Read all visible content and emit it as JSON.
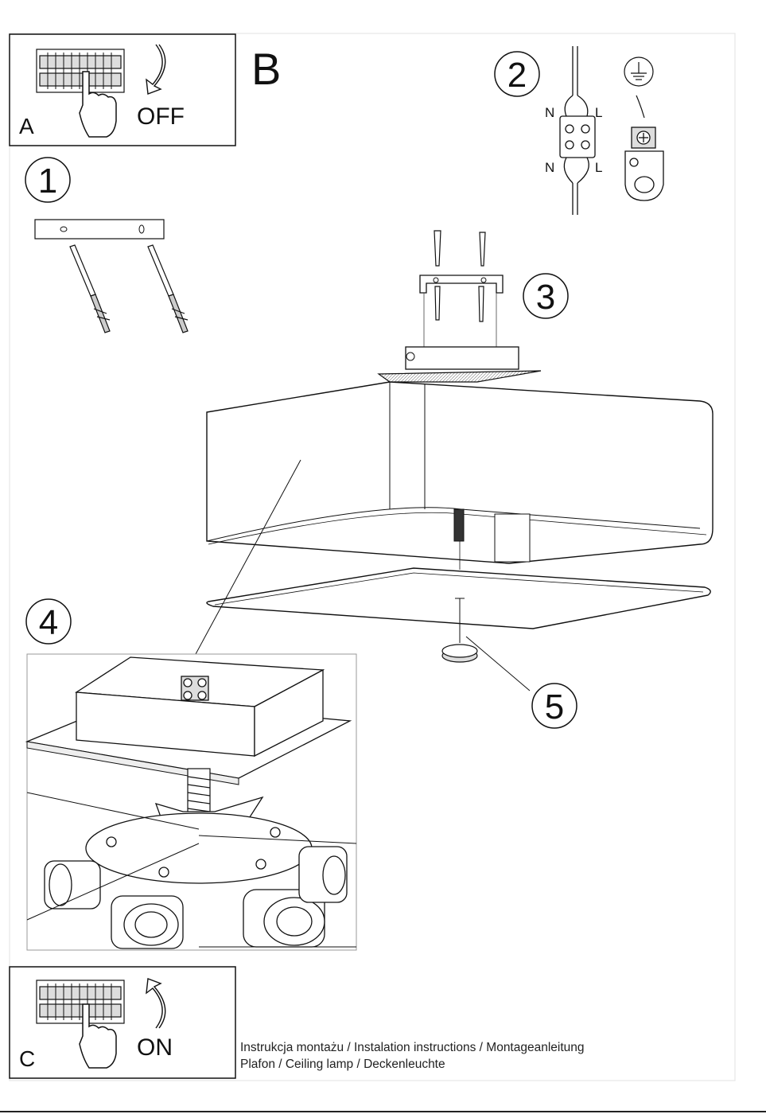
{
  "panels": {
    "a": {
      "letter": "A",
      "action": "OFF"
    },
    "b": {
      "letter": "B"
    },
    "c": {
      "letter": "C",
      "action": "ON"
    }
  },
  "steps": [
    "1",
    "2",
    "3",
    "4",
    "5"
  ],
  "wiring": {
    "neutral": "N",
    "live": "L"
  },
  "caption": {
    "line1": "Instrukcja montażu / Instalation instructions / Montageanleitung",
    "line2": "Plafon / Ceiling lamp / Deckenleuchte"
  }
}
